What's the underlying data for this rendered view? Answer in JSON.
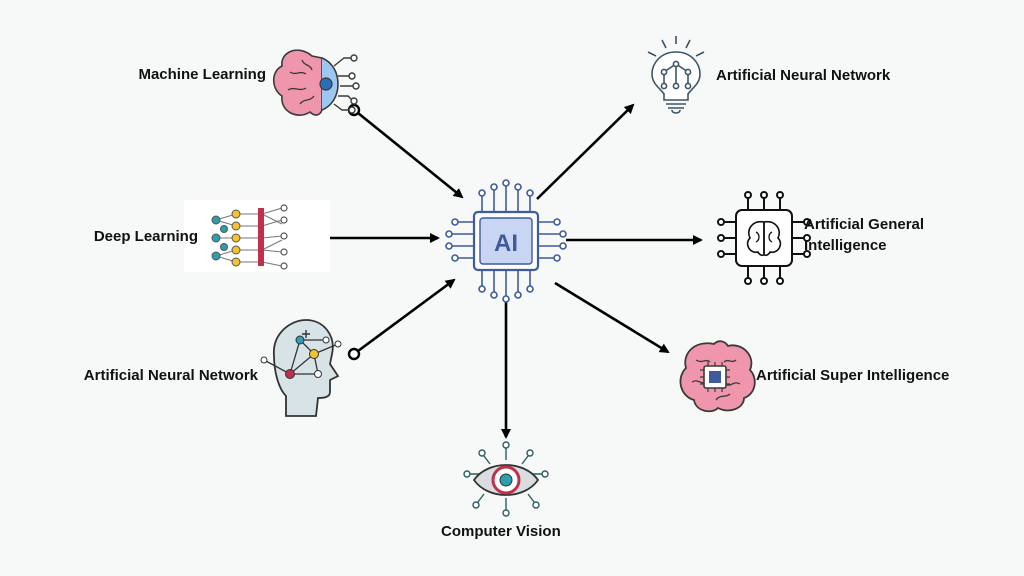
{
  "center": {
    "label": "AI"
  },
  "nodes": {
    "machine_learning": "Machine Learning",
    "deep_learning": "Deep Learning",
    "ann_left": "Artificial Neural Network",
    "ann_right": "Artificial Neural Network",
    "agi_line1": "Artificial General",
    "agi_line2": "Intelligence",
    "asi": "Artificial Super Intelligence",
    "computer_vision": "Computer Vision"
  },
  "colors": {
    "background": "#f7f9f9",
    "chip_blue": "#3f5a9d",
    "chip_fill": "#c9d6f3",
    "brain_pink": "#ef95ac",
    "brain_dark": "#3a3a3a",
    "accent_red": "#c0304a",
    "accent_teal": "#2a9fae",
    "accent_yellow": "#f2c230",
    "arrow": "#000000"
  },
  "icons": [
    "brain-circuit-icon",
    "neural-layer-icon",
    "head-network-icon",
    "lightbulb-circuit-icon",
    "brain-chip-icon",
    "brain-processor-icon",
    "eye-circuit-icon",
    "ai-chip-icon"
  ]
}
